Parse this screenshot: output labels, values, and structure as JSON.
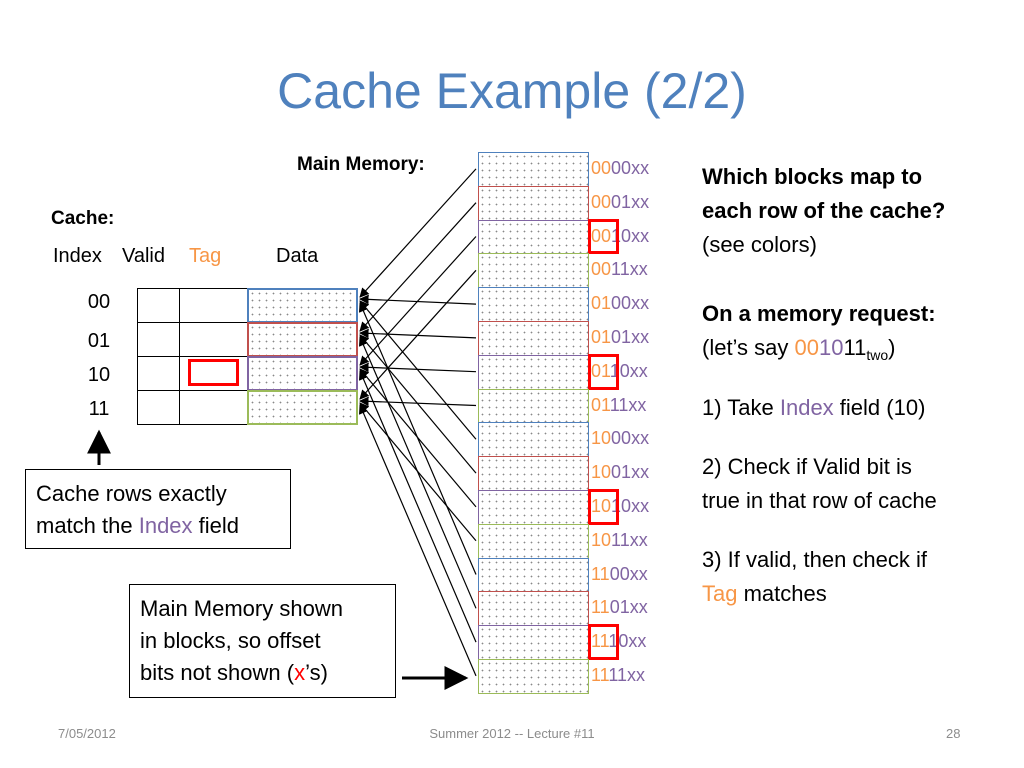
{
  "title": "Cache Example (2/2)",
  "main_memory_label": "Main Memory:",
  "cache_label": "Cache:",
  "columns": {
    "index": "Index",
    "valid": "Valid",
    "tag": "Tag",
    "data": "Data"
  },
  "cache_rows": [
    {
      "index": "00",
      "color": "#4f81bd"
    },
    {
      "index": "01",
      "color": "#c0504d"
    },
    {
      "index": "10",
      "color": "#8064a2"
    },
    {
      "index": "11",
      "color": "#9bbb59"
    }
  ],
  "memory_blocks": [
    {
      "tag": "00",
      "idx": "00",
      "suffix": "xx",
      "color": "#4f81bd"
    },
    {
      "tag": "00",
      "idx": "01",
      "suffix": "xx",
      "color": "#c0504d"
    },
    {
      "tag": "00",
      "idx": "10",
      "suffix": "xx",
      "color": "#8064a2"
    },
    {
      "tag": "00",
      "idx": "11",
      "suffix": "xx",
      "color": "#9bbb59"
    },
    {
      "tag": "01",
      "idx": "00",
      "suffix": "xx",
      "color": "#4f81bd"
    },
    {
      "tag": "01",
      "idx": "01",
      "suffix": "xx",
      "color": "#c0504d"
    },
    {
      "tag": "01",
      "idx": "10",
      "suffix": "xx",
      "color": "#8064a2"
    },
    {
      "tag": "01",
      "idx": "11",
      "suffix": "xx",
      "color": "#9bbb59"
    },
    {
      "tag": "10",
      "idx": "00",
      "suffix": "xx",
      "color": "#4f81bd"
    },
    {
      "tag": "10",
      "idx": "01",
      "suffix": "xx",
      "color": "#c0504d"
    },
    {
      "tag": "10",
      "idx": "10",
      "suffix": "xx",
      "color": "#8064a2"
    },
    {
      "tag": "10",
      "idx": "11",
      "suffix": "xx",
      "color": "#9bbb59"
    },
    {
      "tag": "11",
      "idx": "00",
      "suffix": "xx",
      "color": "#4f81bd"
    },
    {
      "tag": "11",
      "idx": "01",
      "suffix": "xx",
      "color": "#c0504d"
    },
    {
      "tag": "11",
      "idx": "10",
      "suffix": "xx",
      "color": "#8064a2"
    },
    {
      "tag": "11",
      "idx": "11",
      "suffix": "xx",
      "color": "#9bbb59"
    }
  ],
  "box_cache_rows": {
    "pre": "Cache rows exactly",
    "line2_pre": "match the ",
    "index_word": "Index",
    "line2_post": " field"
  },
  "box_main_memory": {
    "line1": "Main Memory shown",
    "line2": "in blocks, so offset",
    "line3_pre": "bits not shown (",
    "x": "x",
    "line3_post": "’s)"
  },
  "right": {
    "q_line1": "Which blocks map to",
    "q_line2": "each row of the cache?",
    "q_line3": "(see colors)",
    "req_line1": "On a memory request:",
    "req_pre": "(let’s say ",
    "req_tag": "00",
    "req_idx": "10",
    "req_off": "11",
    "req_sub": "two",
    "req_post": ")",
    "step1_pre": "1) Take ",
    "step1_index": "Index",
    "step1_post": " field (10)",
    "step2_line1": "2) Check if Valid bit is",
    "step2_line2": "true in that row of cache",
    "step3_line1": "3) If valid, then check if",
    "step3_tag": "Tag",
    "step3_post": " matches"
  },
  "footer": {
    "date": "7/05/2012",
    "center": "Summer 2012 -- Lecture #11",
    "page": "28"
  },
  "colors": {
    "title": "#4f81bd",
    "tag": "#f79646",
    "index": "#8064a2",
    "highlight": "#ff0000"
  }
}
